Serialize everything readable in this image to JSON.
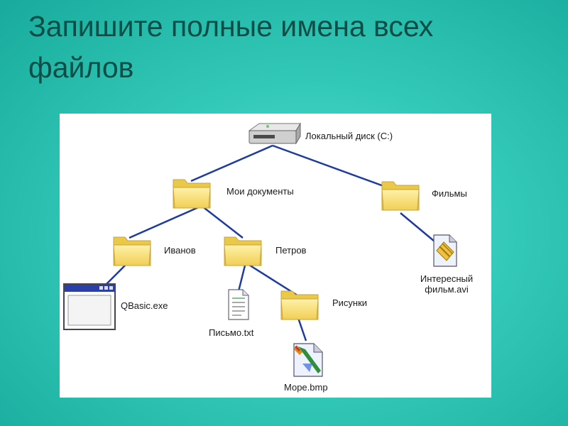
{
  "slide": {
    "title_line1": "Запишите полные имена всех",
    "title_line2": "файлов"
  },
  "tree": {
    "root": {
      "label": "Локальный диск (C:)",
      "icon": "hard-drive-icon"
    },
    "my_documents": {
      "label": "Мои документы",
      "icon": "folder-icon"
    },
    "films": {
      "label": "Фильмы",
      "icon": "folder-icon"
    },
    "ivanov": {
      "label": "Иванов",
      "icon": "folder-icon"
    },
    "petrov": {
      "label": "Петров",
      "icon": "folder-icon"
    },
    "qbasic": {
      "label": "QBasic.exe",
      "icon": "application-window-icon"
    },
    "letter": {
      "label": "Письмо.txt",
      "icon": "text-document-icon"
    },
    "pictures": {
      "label": "Рисунки",
      "icon": "folder-icon"
    },
    "sea": {
      "label": "Море.bmp",
      "icon": "paint-brush-image-icon"
    },
    "movie_line1": "Интересный",
    "movie_line2": "фильм.avi",
    "movie_icon": "video-file-icon"
  },
  "colors": {
    "background": "#33c9b8",
    "title": "#0b4d47",
    "connector": "#1f3b9e",
    "folder": "#f8df74"
  }
}
